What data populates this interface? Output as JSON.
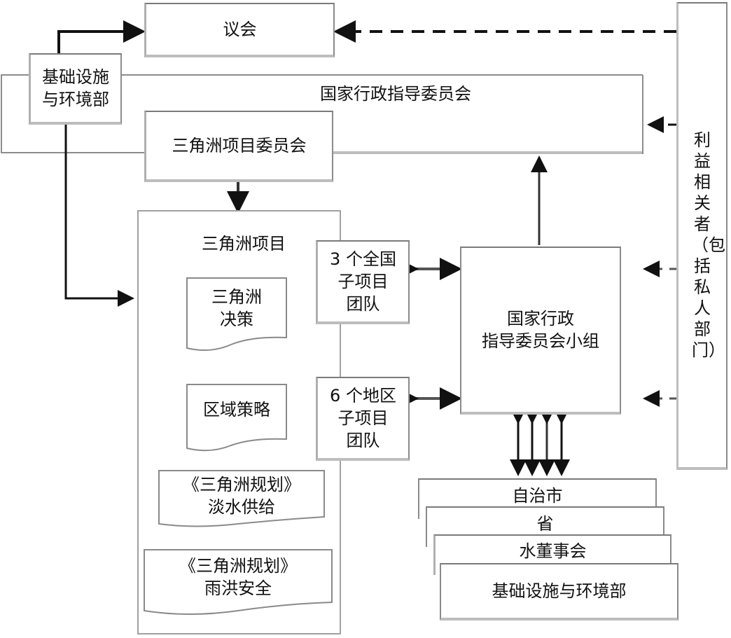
{
  "diagram": {
    "parliament": "议会",
    "ministry_top": "基础设施\n与环境部",
    "national_steering_committee": "国家行政指导委员会",
    "delta_programme_committee": "三角洲项目委员会",
    "delta_programme": {
      "title": "三角洲项目",
      "documents": [
        "三角洲\n决策",
        "区域策略",
        "《三角洲规划》\n淡水供给",
        "《三角洲规划》\n雨洪安全"
      ]
    },
    "national_subprojects": "3 个全国\n子项目\n团队",
    "regional_subprojects": "6 个地区\n子项目\n团队",
    "steering_group": "国家行政\n指导委员会小组",
    "stakeholders": "利益相关者（包括私人部门）",
    "stack": [
      "自治市",
      "省",
      "水董事会",
      "基础设施与环境部"
    ]
  }
}
